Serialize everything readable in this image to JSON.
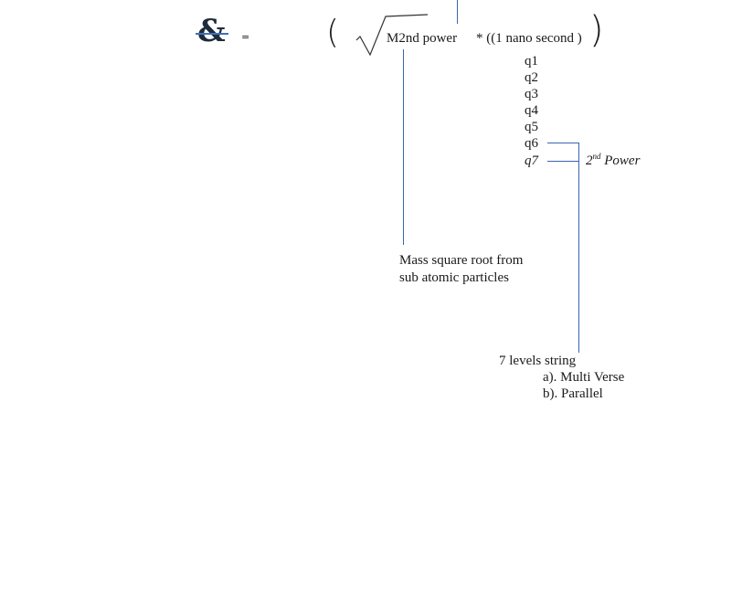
{
  "formula": {
    "symbol": "&",
    "equals": "=",
    "open_paren": "(",
    "root_term": "M2nd power",
    "multiplier": "* ((1 nano second )",
    "close_paren": ")"
  },
  "q_levels": [
    "q1",
    "q2",
    "q3",
    "q4",
    "q5",
    "q6",
    "q7"
  ],
  "power_note": {
    "sup": "nd",
    "base": "2",
    "text": "Power"
  },
  "mass_note": {
    "line1": "Mass square root from",
    "line2": "sub atomic particles"
  },
  "string_note": {
    "title": "7 levels string",
    "item_a": "a). Multi Verse",
    "item_b": "b). Parallel"
  }
}
